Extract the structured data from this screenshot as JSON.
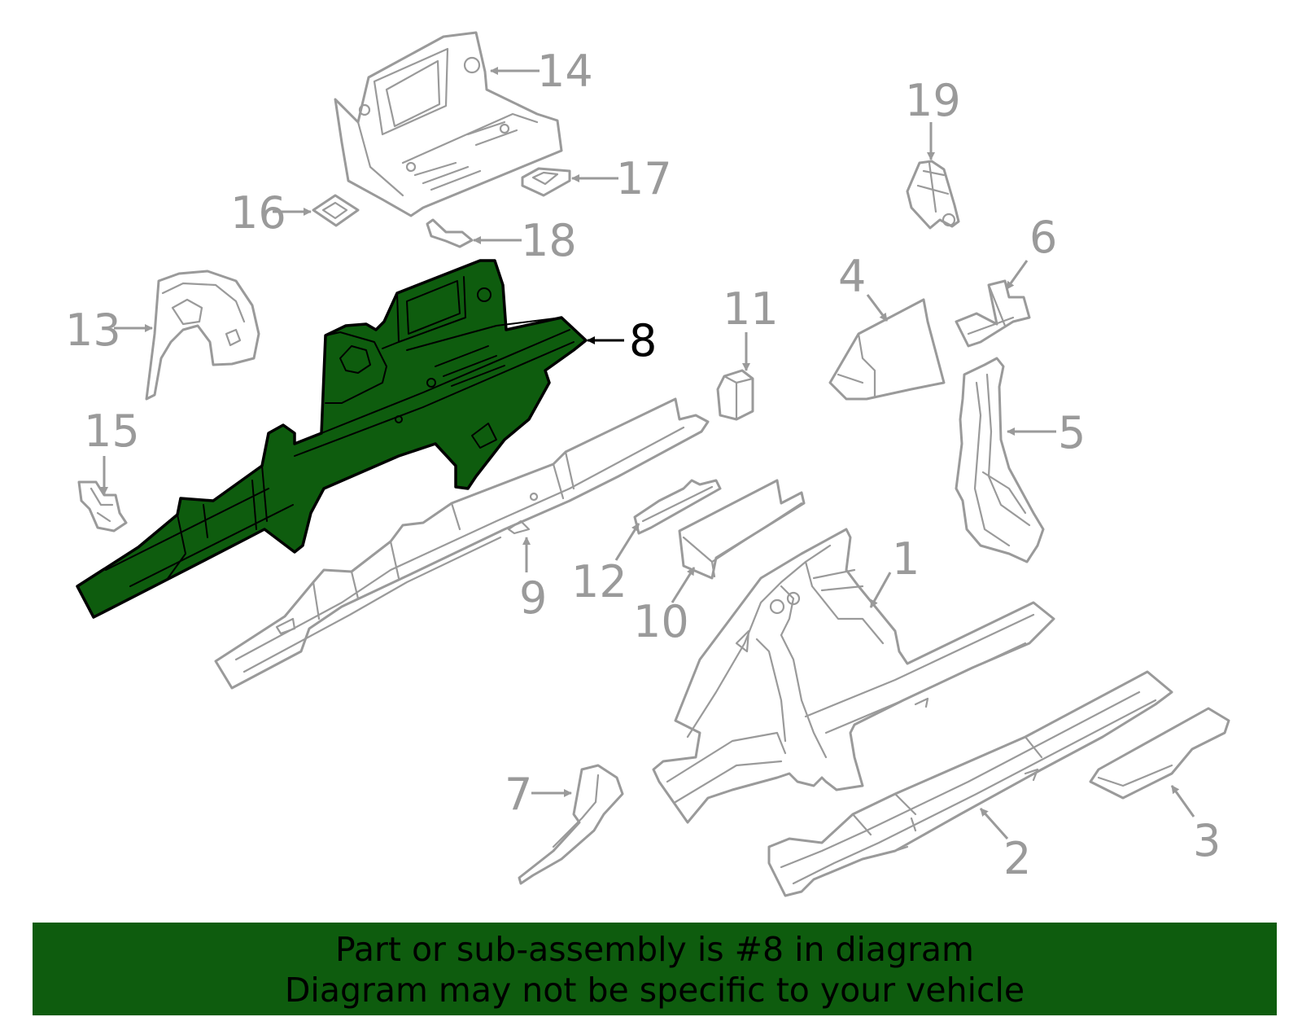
{
  "diagram": {
    "callouts": {
      "c1": "1",
      "c2": "2",
      "c3": "3",
      "c4": "4",
      "c5": "5",
      "c6": "6",
      "c7": "7",
      "c8": "8",
      "c9": "9",
      "c10": "10",
      "c11": "11",
      "c12": "12",
      "c13": "13",
      "c14": "14",
      "c15": "15",
      "c16": "16",
      "c17": "17",
      "c18": "18",
      "c19": "19"
    },
    "highlighted_part": "8",
    "highlight_color": "#0e5c0e",
    "part_line_color": "#9a9a9a"
  },
  "banner": {
    "line1": "Part or sub-assembly is #8 in diagram",
    "line2": "Diagram may not be specific to your vehicle",
    "color": "#0e5c0e"
  }
}
